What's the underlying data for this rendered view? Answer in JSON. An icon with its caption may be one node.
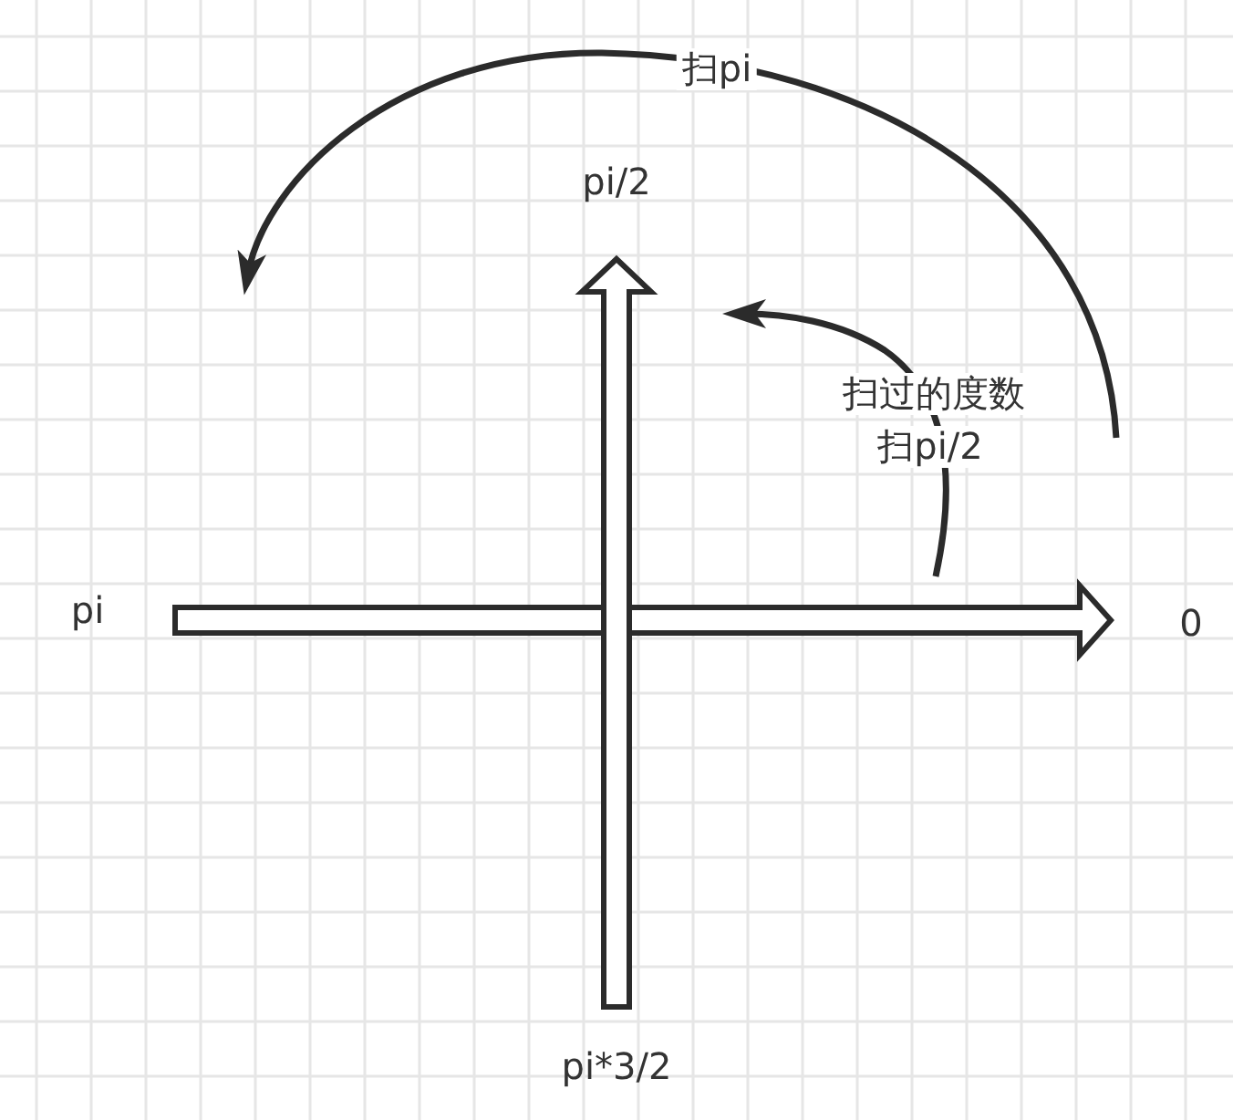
{
  "diagram": {
    "labels": [
      "扫pi",
      "pi/2",
      "扫过的度数",
      "扫pi/2",
      "pi",
      "0",
      "pi*3/2"
    ]
  }
}
